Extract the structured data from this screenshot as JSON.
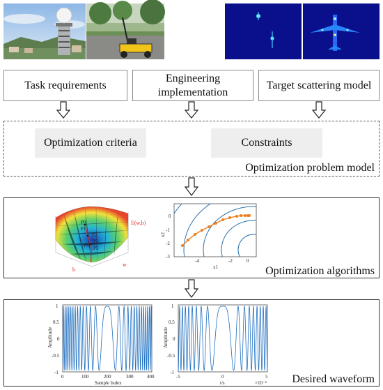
{
  "photos": {
    "radar_tower": "radar-tower-photo",
    "ground_radar": "ground-penetrating-radar-photo",
    "sar_images": "sar-target-images"
  },
  "top_boxes": [
    "Task requirements",
    "Engineering implementation",
    "Target scattering model"
  ],
  "inner_boxes": [
    "Optimization criteria",
    "Constraints"
  ],
  "problem_label": "Optimization problem model",
  "algorithms_label": "Optimization algorithms",
  "waveform_label": "Desired waveform",
  "surface_plot": {
    "z_label": "E(w,b)",
    "x_label": "b",
    "y_label": "w",
    "points": [
      "P0",
      "P1",
      "P2",
      "P3",
      "P4",
      "P5"
    ]
  },
  "contour_plot": {
    "x_label": "x1",
    "y_label": "x2",
    "x_ticks": [
      "-4",
      "-2",
      "0"
    ],
    "y_ticks": [
      "0",
      "-1",
      "-2",
      "-3"
    ]
  },
  "waveform1": {
    "x_label": "Sample Index",
    "y_label": "Amplitude",
    "x_ticks": [
      "0",
      "100",
      "200",
      "300",
      "400"
    ],
    "y_ticks": [
      "1",
      "0.5",
      "0",
      "-0.5",
      "-1"
    ]
  },
  "waveform2": {
    "x_label": "t/s",
    "y_label": "Amplitude",
    "x_ticks": [
      "-5",
      "0",
      "5"
    ],
    "y_ticks": [
      "1",
      "0.5",
      "0",
      "-0.5",
      "-1"
    ],
    "exponent": "×10⁻⁶"
  },
  "colors": {
    "wave": "#1f6fc0",
    "contour": "#2a6fa8",
    "path": "#f07f1d",
    "sar_bg": "#0a0f8c"
  }
}
